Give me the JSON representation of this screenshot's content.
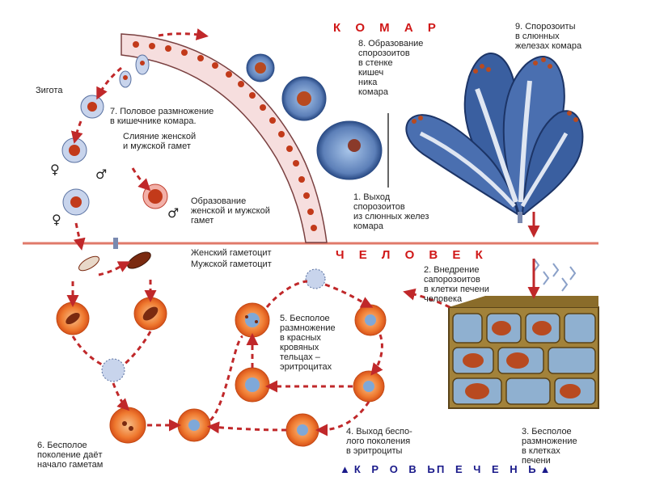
{
  "headers": {
    "mosquito": "К О М А Р",
    "human": "Ч Е Л О В Е К",
    "blood": "▲К Р О В Ь",
    "liver": "П Е Ч Е Н Ь▲"
  },
  "labels": {
    "sporozoites_glands": "9. Спорозоиты\nв слюнных\nжелезах комара",
    "sporozoite_formation": "8. Образование\nспорозоитов\nв стенке\nкишеч\nника\nкомара",
    "zygote": "Зигота",
    "sexual_reproduction": "7. Половое размножение\nв кишечнике комара.",
    "gamete_fusion": "Слияние женской\nи мужской гамет",
    "gamete_formation": "Образование\nженской и мужской\nгамет",
    "sporozoite_exit": "1. Выход\nспорозоитов\nиз слюнных желез\nкомара",
    "female_gametocyte": "Женский гаметоцит",
    "male_gametocyte": "Мужской гаметоцит",
    "sporozoite_entry": "2. Внедрение\nсапорозоитов\nв клетки печени\nчеловека",
    "asexual_rbc": "5. Бесполое\nразмножение\nв красных\nкровяных\nтельцах –\nэритроцитах",
    "gen6": "6. Бесполое\nпоколение даёт\nначало гаметам",
    "exit_erythrocytes": "4. Выход беспо-\nлого поколения\nв эритроциты",
    "asexual_liver": "3. Бесполое\nразмножение\nв клетках\nпечени"
  },
  "symbols": {
    "female": "♀",
    "male": "♂"
  },
  "colors": {
    "header_red": "#d01818",
    "header_blue": "#1a1a8a",
    "arrow_red": "#c0282a",
    "divider": "#e07a6a",
    "rbc_fill": "#e86a2a",
    "cell_blue": "#3a5fa0",
    "nucleus": "#b84a20",
    "liver_tissue": "#a2823a"
  }
}
